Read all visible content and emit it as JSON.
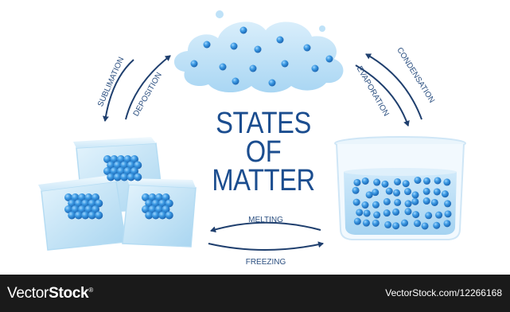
{
  "title": {
    "line1": "STATES",
    "line2": "OF",
    "line3": "MATTER"
  },
  "transitions": {
    "sublimation": "SUBLIMATION",
    "deposition": "DEPOSITION",
    "condensation": "CONDENSATION",
    "evaporation": "EVAPORATION",
    "melting": "MELTING",
    "freezing": "FREEZING"
  },
  "footer": {
    "brand_light": "Vector",
    "brand_bold": "Stock",
    "brand_mark": "®",
    "url": "VectorStock.com/12266168"
  },
  "colors": {
    "title": "#1b4d8f",
    "arrow": "#1f3f6e",
    "label": "#2b4f80",
    "particle": "#2e8fd8",
    "footer_bg": "#1a1a1a"
  }
}
